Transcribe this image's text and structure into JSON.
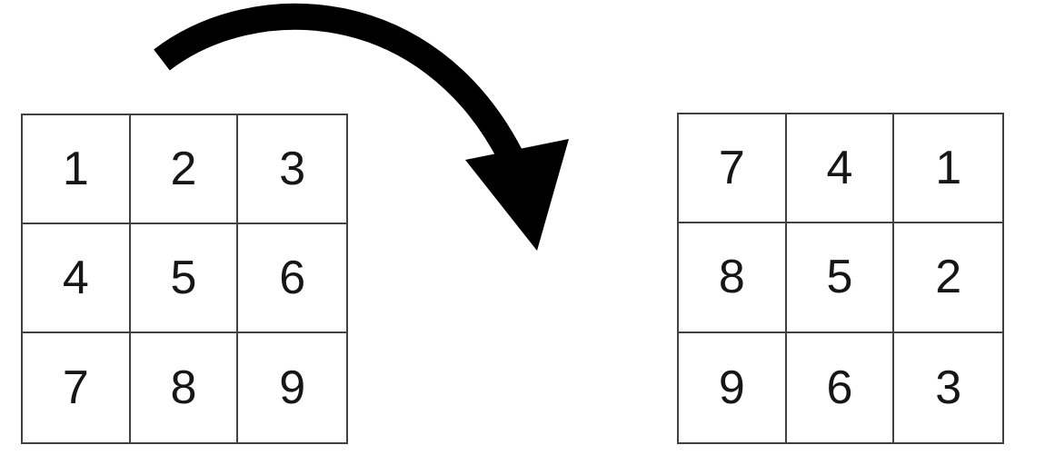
{
  "diagram": {
    "description_label": "",
    "arrow_icon": "rotate-clockwise-arrow"
  },
  "grids": {
    "left": {
      "rows": [
        [
          "1",
          "2",
          "3"
        ],
        [
          "4",
          "5",
          "6"
        ],
        [
          "7",
          "8",
          "9"
        ]
      ],
      "cells": [
        "1",
        "2",
        "3",
        "4",
        "5",
        "6",
        "7",
        "8",
        "9"
      ]
    },
    "right": {
      "rows": [
        [
          "7",
          "4",
          "1"
        ],
        [
          "8",
          "5",
          "2"
        ],
        [
          "9",
          "6",
          "3"
        ]
      ],
      "cells": [
        "7",
        "4",
        "1",
        "8",
        "5",
        "2",
        "9",
        "6",
        "3"
      ]
    }
  },
  "colors": {
    "grid_border": "#414141",
    "digit": "#161616",
    "arrow": "#000000",
    "background": "#ffffff"
  }
}
